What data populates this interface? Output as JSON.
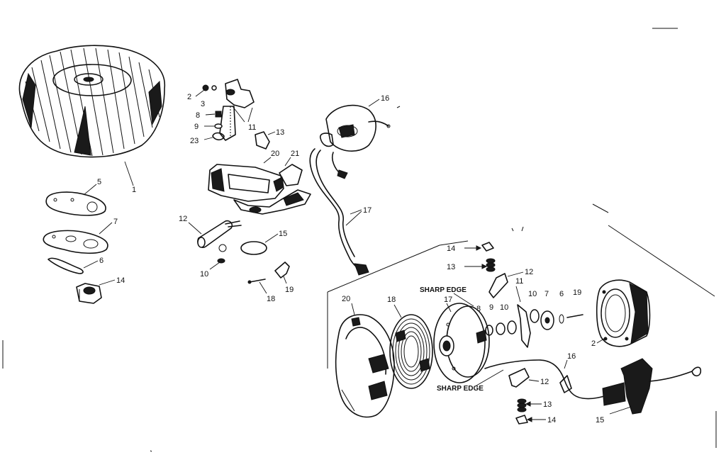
{
  "labels": {
    "flywheel_1": "1",
    "plate_5": "5",
    "gasket_7": "7",
    "spring_6": "6",
    "nut_14": "14",
    "screw_2": "2",
    "washer_3": "3",
    "screw_8": "8",
    "washer_9": "9",
    "screw_23": "23",
    "condenser_11": "11",
    "clip_13": "13",
    "housing_20": "20",
    "cover_21": "21",
    "coil_16": "16",
    "lead_17": "17",
    "plunger_12": "12",
    "ring_15": "15",
    "washer_10": "10",
    "pin_18": "18",
    "clip_19": "19",
    "st_14_top": "14",
    "st_13_top": "13",
    "st_12_top": "12",
    "st_11": "11",
    "st_10a": "10",
    "st_7": "7",
    "st_6": "6",
    "st_19": "19",
    "st_8": "8",
    "st_9": "9",
    "st_10b": "10",
    "st_20": "20",
    "st_18": "18",
    "st_17": "17",
    "st_2": "2",
    "st_16": "16",
    "st_12_bot": "12",
    "st_13_bot": "13",
    "st_14_bot": "14",
    "st_15": "15"
  },
  "notes": {
    "sharp_edge_top": "SHARP EDGE",
    "sharp_edge_bottom": "SHARP EDGE"
  }
}
